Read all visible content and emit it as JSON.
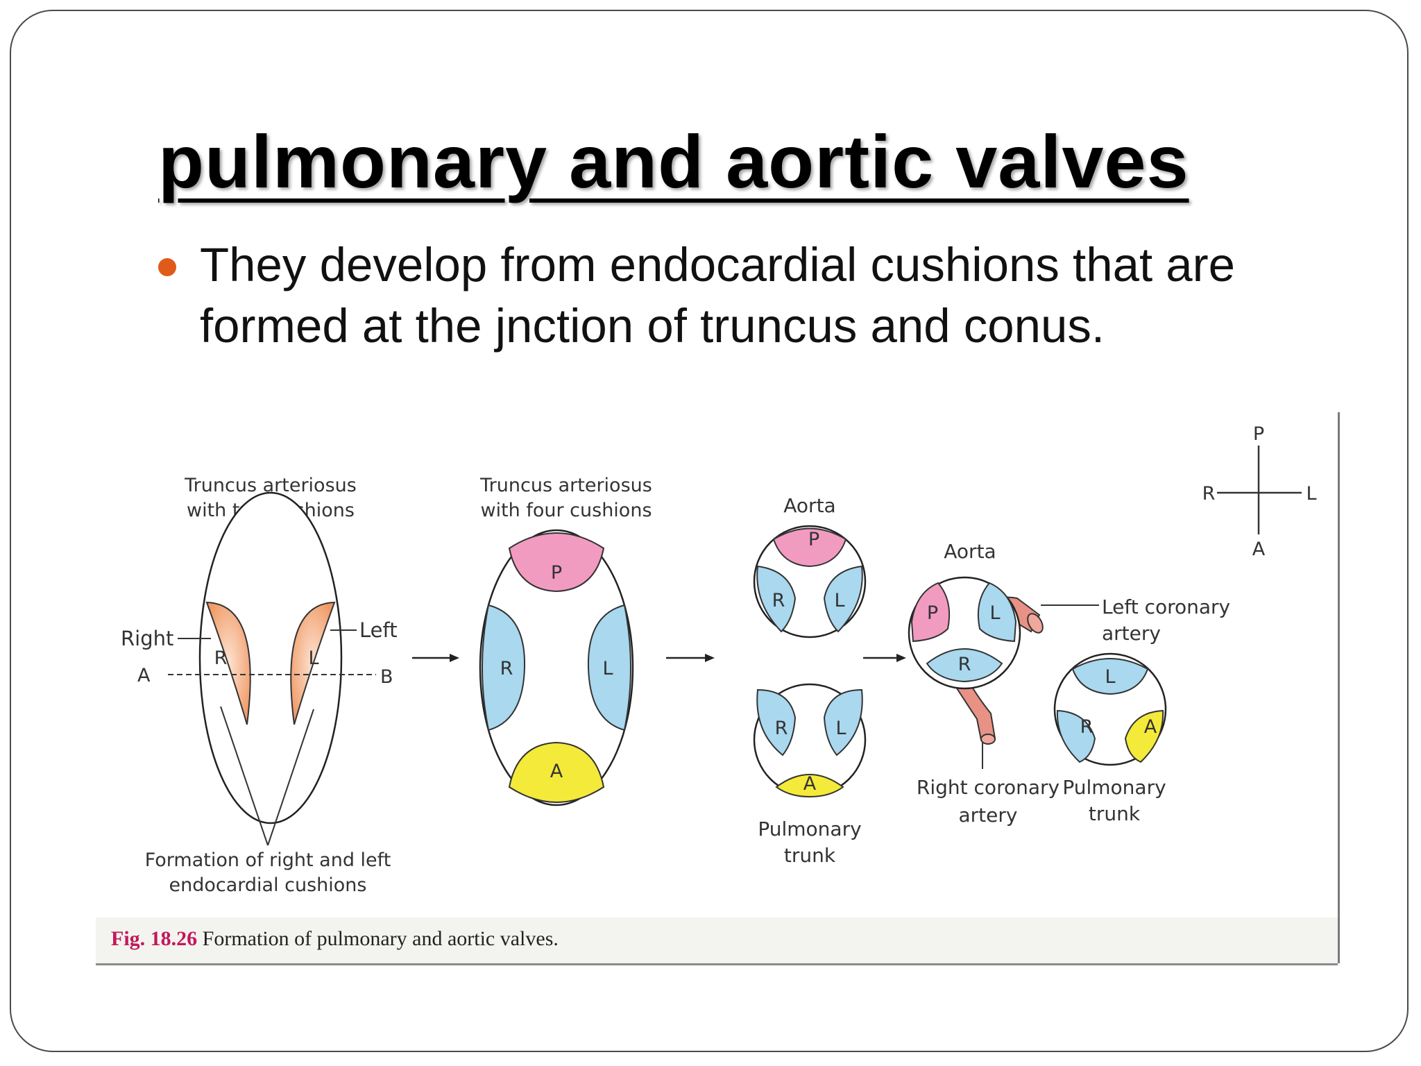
{
  "slide": {
    "title": "pulmonary and aortic valves",
    "bullet": "They develop from endocardial cushions that are formed at the jnction of truncus and conus.",
    "bullet_color": "#e05a1a"
  },
  "figure": {
    "caption_label": "Fig. 18.26",
    "caption_text": "Formation of pulmonary and aortic valves.",
    "stage1": {
      "title_line1": "Truncus arteriosus",
      "title_line2": "with two cushions",
      "right_label": "Right",
      "left_label": "Left",
      "cushion_r": "R",
      "cushion_l": "L",
      "axis_a": "A",
      "axis_b": "B",
      "bottom_line1": "Formation of right and left",
      "bottom_line2": "endocardial cushions"
    },
    "stage2": {
      "title_line1": "Truncus arteriosus",
      "title_line2": "with four cushions",
      "p": "P",
      "r": "R",
      "l": "L",
      "a": "A"
    },
    "stage3": {
      "aorta_label": "Aorta",
      "aorta_p": "P",
      "aorta_r": "R",
      "aorta_l": "L",
      "pulm_r": "R",
      "pulm_l": "L",
      "pulm_a": "A",
      "pulm_line1": "Pulmonary",
      "pulm_line2": "trunk"
    },
    "stage4": {
      "aorta_label": "Aorta",
      "aorta_p": "P",
      "aorta_l": "L",
      "aorta_r": "R",
      "left_coronary_line1": "Left coronary",
      "left_coronary_line2": "artery",
      "right_coronary_line1": "Right coronary",
      "right_coronary_line2": "artery",
      "pulm_l": "L",
      "pulm_r": "R",
      "pulm_a": "A",
      "pulm_line1": "Pulmonary",
      "pulm_line2": "trunk"
    },
    "orientation": {
      "p": "P",
      "r": "R",
      "l": "L",
      "a": "A"
    },
    "colors": {
      "orange_cushion": "#f4ad84",
      "pink_cushion": "#f29bc1",
      "blue_cushion": "#a9d8ef",
      "yellow_cushion": "#f4ea3a",
      "coronary": "#e79285",
      "caption_label": "#c2185b"
    }
  }
}
